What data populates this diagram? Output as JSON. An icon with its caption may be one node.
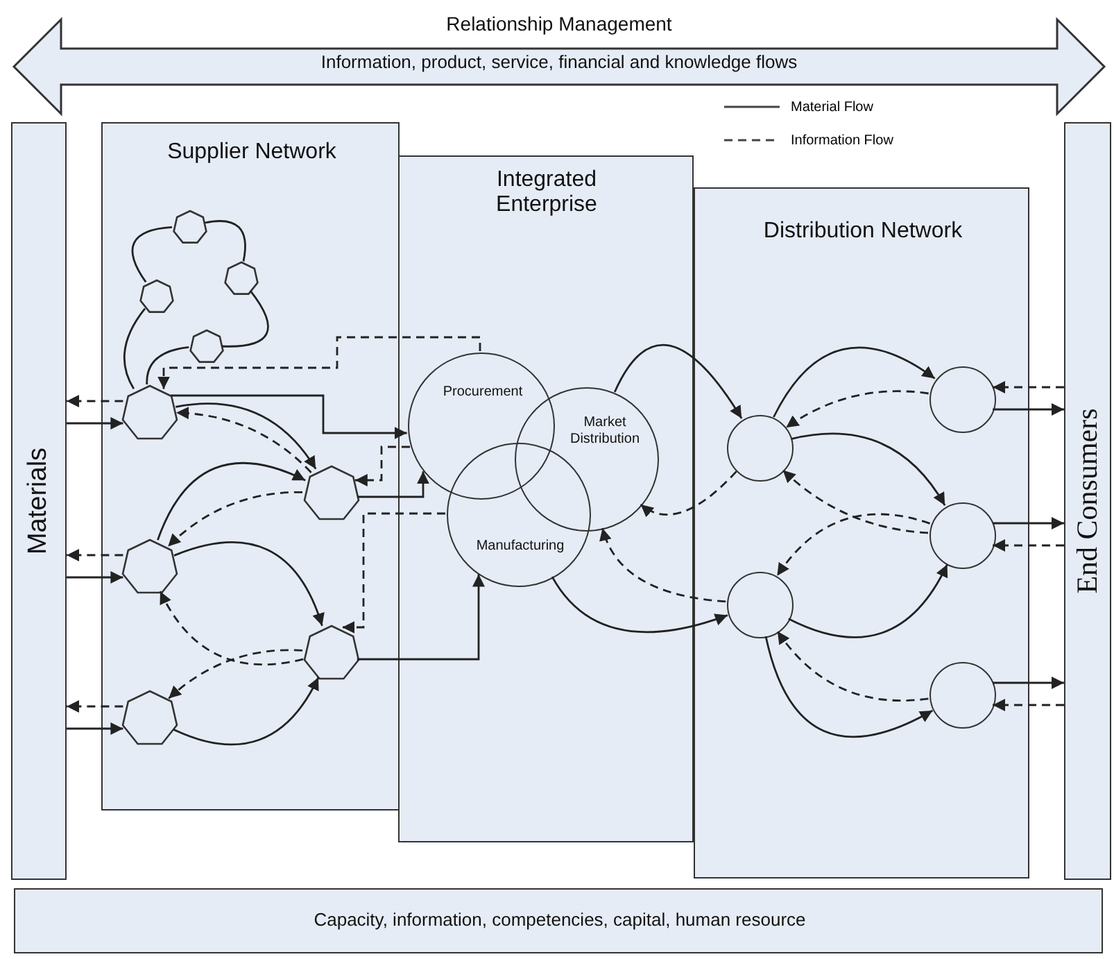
{
  "diagram": {
    "nodes": [
      {
        "text": [
          "Relationship Management",
          "Information, product, service, financial and knowledge flows"
        ]
      },
      {
        "text": [
          "Materials"
        ]
      },
      {
        "text": [
          "Supplier Network"
        ]
      },
      {
        "text": [
          "Integrated Enterprise"
        ]
      },
      {
        "text": [
          "Distribution Network"
        ]
      },
      {
        "text": [
          "End Consumers"
        ]
      },
      {
        "text": [
          "Capacity, information, competencies, capital, human resource"
        ]
      },
      {
        "text": [],
        "shape": "heptagon",
        "in": 2
      },
      {
        "text": [],
        "shape": "heptagon",
        "in": 2
      },
      {
        "text": [],
        "shape": "heptagon",
        "in": 2
      },
      {
        "text": [],
        "shape": "heptagon",
        "in": 2
      },
      {
        "text": [],
        "shape": "heptagon",
        "in": 2
      },
      {
        "text": [],
        "shape": "heptagon",
        "in": 2
      },
      {
        "text": [],
        "shape": "heptagon",
        "in": 2
      },
      {
        "text": [],
        "shape": "heptagon",
        "in": 2
      },
      {
        "text": [],
        "shape": "heptagon",
        "in": 2
      },
      {
        "text": [
          "Procurement"
        ],
        "in": 3
      },
      {
        "text": [
          "Market Distribution"
        ],
        "in": 3
      },
      {
        "text": [
          "Manufacturing"
        ],
        "in": 3
      },
      {
        "text": [],
        "shape": "circle",
        "in": 4
      },
      {
        "text": [],
        "shape": "circle",
        "in": 4
      },
      {
        "text": [],
        "shape": "circle",
        "in": 4
      },
      {
        "text": [],
        "shape": "circle",
        "in": 4
      },
      {
        "text": [],
        "shape": "circle",
        "in": 4
      }
    ],
    "edges": [
      {
        "from": 11,
        "to": 9,
        "arrow": "none"
      },
      {
        "from": 9,
        "to": 7,
        "arrow": "none"
      },
      {
        "from": 7,
        "to": 8,
        "arrow": "none"
      },
      {
        "from": 8,
        "to": 10,
        "arrow": "none"
      },
      {
        "from": 10,
        "to": 11,
        "arrow": "none"
      },
      {
        "from": 1,
        "to": 11,
        "arrow": "to"
      },
      {
        "from": 11,
        "to": 1,
        "arrow": "to",
        "style": "dashed"
      },
      {
        "from": 1,
        "to": 13,
        "arrow": "to"
      },
      {
        "from": 13,
        "to": 1,
        "arrow": "to",
        "style": "dashed"
      },
      {
        "from": 1,
        "to": 15,
        "arrow": "to"
      },
      {
        "from": 15,
        "to": 1,
        "arrow": "to",
        "style": "dashed"
      },
      {
        "from": 11,
        "to": 12,
        "arrow": "to"
      },
      {
        "from": 12,
        "to": 11,
        "arrow": "to",
        "style": "dashed"
      },
      {
        "from": 13,
        "to": 12,
        "arrow": "to"
      },
      {
        "from": 12,
        "to": 13,
        "arrow": "to",
        "style": "dashed"
      },
      {
        "from": 13,
        "to": 14,
        "arrow": "to"
      },
      {
        "from": 14,
        "to": 13,
        "arrow": "to",
        "style": "dashed"
      },
      {
        "from": 15,
        "to": 14,
        "arrow": "to"
      },
      {
        "from": 14,
        "to": 15,
        "arrow": "to",
        "style": "dashed"
      },
      {
        "from": 11,
        "to": 16,
        "arrow": "to"
      },
      {
        "from": 16,
        "to": 11,
        "arrow": "to",
        "style": "dashed"
      },
      {
        "from": 12,
        "to": 16,
        "arrow": "to"
      },
      {
        "from": 16,
        "to": 12,
        "arrow": "to",
        "style": "dashed"
      },
      {
        "from": 14,
        "to": 18,
        "arrow": "to"
      },
      {
        "from": 18,
        "to": 14,
        "arrow": "to",
        "style": "dashed"
      },
      {
        "from": 17,
        "to": 20,
        "arrow": "to"
      },
      {
        "from": 20,
        "to": 17,
        "arrow": "to",
        "style": "dashed"
      },
      {
        "from": 18,
        "to": 22,
        "arrow": "to"
      },
      {
        "from": 22,
        "to": 17,
        "arrow": "to",
        "style": "dashed"
      },
      {
        "from": 20,
        "to": 19,
        "arrow": "to"
      },
      {
        "from": 19,
        "to": 20,
        "arrow": "to",
        "style": "dashed"
      },
      {
        "from": 20,
        "to": 21,
        "arrow": "to"
      },
      {
        "from": 21,
        "to": 20,
        "arrow": "to",
        "style": "dashed"
      },
      {
        "from": 21,
        "to": 22,
        "arrow": "to",
        "style": "dashed"
      },
      {
        "from": 22,
        "to": 21,
        "arrow": "to"
      },
      {
        "from": 23,
        "to": 22,
        "arrow": "to",
        "style": "dashed"
      },
      {
        "from": 22,
        "to": 23,
        "arrow": "to"
      },
      {
        "from": 19,
        "to": 5,
        "arrow": "to"
      },
      {
        "from": 5,
        "to": 19,
        "arrow": "to",
        "style": "dashed"
      },
      {
        "from": 21,
        "to": 5,
        "arrow": "to"
      },
      {
        "from": 5,
        "to": 21,
        "arrow": "to",
        "style": "dashed"
      },
      {
        "from": 23,
        "to": 5,
        "arrow": "to"
      },
      {
        "from": 5,
        "to": 23,
        "arrow": "to",
        "style": "dashed"
      }
    ],
    "legend": [
      {
        "text": "Material Flow"
      },
      {
        "text": "Information Flow"
      }
    ]
  }
}
